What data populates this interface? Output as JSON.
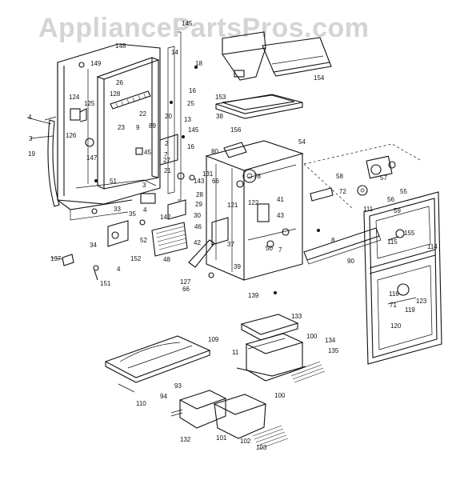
{
  "watermark": "AppliancePartsPros.com",
  "callouts": [
    "149",
    "148",
    "145",
    "14",
    "18",
    "16",
    "26",
    "154",
    "124",
    "125",
    "128",
    "22",
    "25",
    "153",
    "38",
    "4",
    "3",
    "126",
    "23",
    "9",
    "89",
    "20",
    "13",
    "145",
    "16",
    "19",
    "2",
    "45",
    "147",
    "7",
    "27",
    "156",
    "80",
    "54",
    "131",
    "21",
    "143",
    "28",
    "66",
    "78",
    "58",
    "57",
    "51",
    "3",
    "4",
    "29",
    "121",
    "41",
    "122",
    "43",
    "72",
    "55",
    "56",
    "33",
    "142",
    "30",
    "46",
    "39",
    "35",
    "52",
    "42",
    "59",
    "111",
    "34",
    "152",
    "48",
    "37",
    "7",
    "50",
    "8",
    "155",
    "115",
    "114",
    "137",
    "4",
    "127",
    "66",
    "139",
    "151",
    "90",
    "116",
    "123",
    "71",
    "119",
    "120",
    "109",
    "133",
    "100",
    "134",
    "11",
    "135",
    "110",
    "94",
    "93",
    "100",
    "132",
    "101",
    "102",
    "103"
  ]
}
